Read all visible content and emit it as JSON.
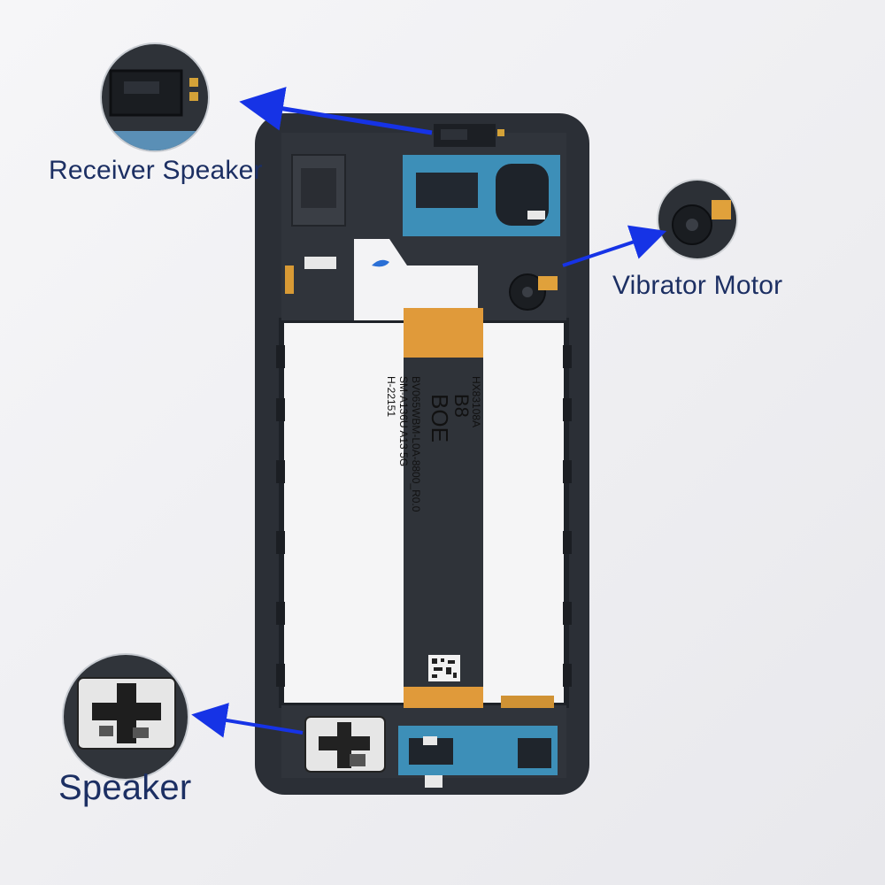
{
  "callouts": {
    "receiver_speaker": "Receiver Speaker",
    "vibrator_motor": "Vibrator Motor",
    "speaker": "Speaker"
  },
  "flex_cable": {
    "model_code": "HX83108A",
    "b_code": "B8",
    "brand": "BOE",
    "part_number": "BV065WBM-L0A-8800_R0.0",
    "device_model": "SM-A136U   A13 5G",
    "date_code": "H-22151"
  },
  "colors": {
    "label_text": "#1c2f63",
    "arrow": "#1633e6",
    "frame": "#2b2f36",
    "flex_cable": "#e09a3a",
    "blue_tape": "#3d8fb8"
  }
}
